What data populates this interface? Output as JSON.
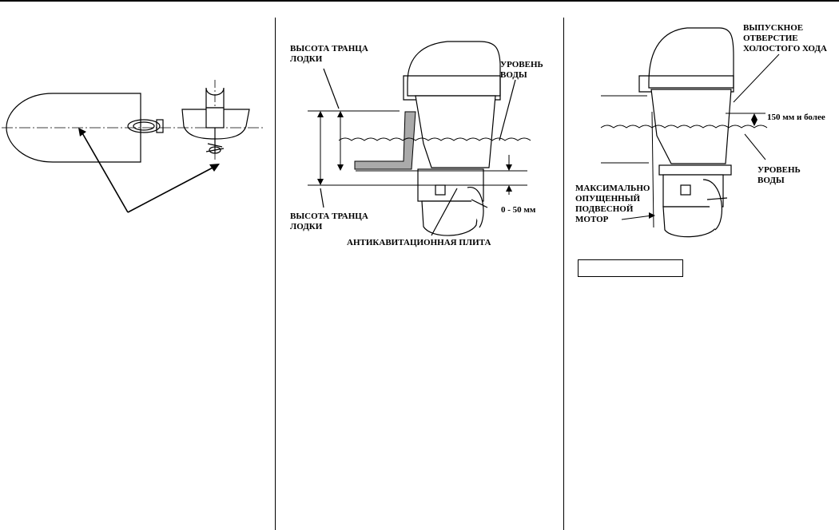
{
  "panel2": {
    "transom_height_top": "ВЫСОТА ТРАНЦА\nЛОДКИ",
    "transom_height_bottom": "ВЫСОТА ТРАНЦА\nЛОДКИ",
    "water_level": "УРОВЕНЬ\nВОДЫ",
    "clearance": "0 - 50 мм",
    "anticavitation_plate": "АНТИКАВИТАЦИОННАЯ ПЛИТА"
  },
  "panel3": {
    "idle_exhaust": "ВЫПУСКНОЕ\nОТВЕРСТИЕ\nХОЛОСТОГО ХОДА",
    "depth": "150 мм и более",
    "water_level": "УРОВЕНЬ\nВОДЫ",
    "max_lowered": "МАКСИМАЛЬНО\nОПУЩЕННЫЙ\nПОДВЕСНОЙ\nМОТОР",
    "boxed_text": ""
  }
}
